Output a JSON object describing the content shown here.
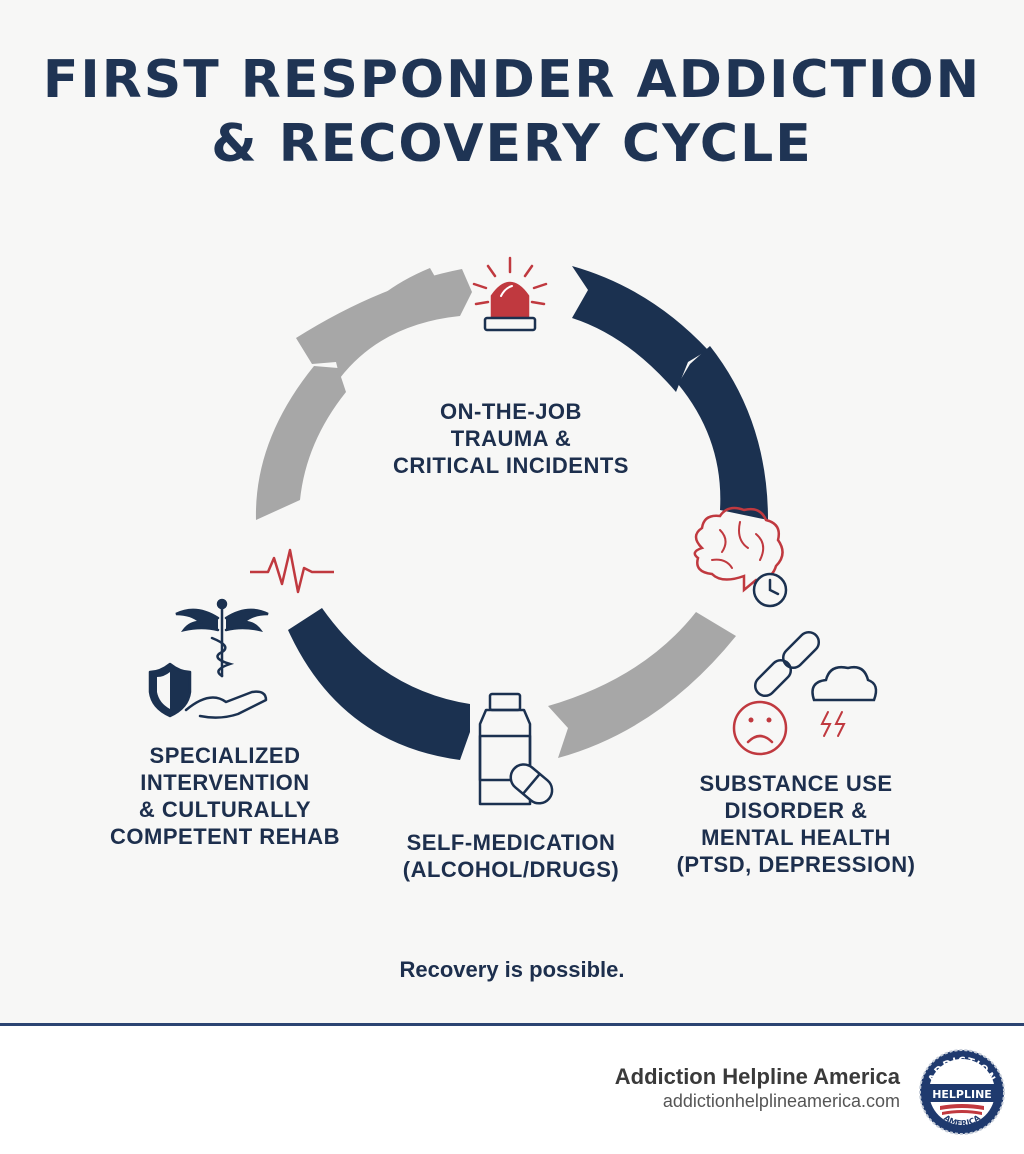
{
  "title": [
    "FIRST RESPONDER ADDICTION",
    "& RECOVERY CYCLE"
  ],
  "stages": {
    "trauma": [
      "ON-THE-JOB",
      "TRAUMA &",
      "CRITICAL INCIDENTS"
    ],
    "disorder": [
      "SUBSTANCE USE",
      "DISORDER &",
      "MENTAL HEALTH",
      "(PTSD, DEPRESSION)"
    ],
    "self_medication": [
      "SELF-MEDICATION",
      "(ALCOHOL/DRUGS)"
    ],
    "intervention": [
      "SPECIALIZED",
      "INTERVENTION",
      "& CULTURALLY",
      "COMPETENT REHAB"
    ]
  },
  "tagline": "Recovery is possible.",
  "footer": {
    "brand_name": "Addiction Helpline America",
    "brand_url": "addictionhelplineamerica.com",
    "logo_text": {
      "top": "ADDICTION",
      "middle": "HELPLINE",
      "bottom": "AMERICA"
    }
  },
  "icons": [
    "siren-icon",
    "brain-clock-icon",
    "chain-cloud-sad-face-icon",
    "pill-bottle-icon",
    "caduceus-icon",
    "shield-hand-icon",
    "heartbeat-icon"
  ],
  "colors": {
    "navy": "#1b3150",
    "gray": "#a6a6a6",
    "accent_red": "#c0393f",
    "text": "#1d2f4d"
  }
}
